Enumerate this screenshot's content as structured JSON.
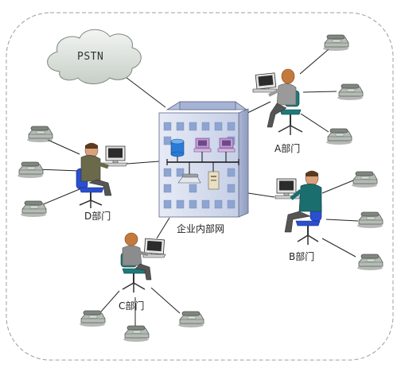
{
  "cloud": {
    "label": "PSTN"
  },
  "network": {
    "label": "企业内部网"
  },
  "departments": {
    "a": "A部门",
    "b": "B部门",
    "c": "C部门",
    "d": "D部门"
  },
  "colors": {
    "boundary": "#999999",
    "building": "#c9d2e8",
    "window": "#8ea6cf",
    "roof": "#a9b7d6",
    "shirt_teal": "#1a6e6e",
    "chair_blue": "#2a4fd0",
    "phone_gray": "#9aa39a",
    "cloud": "#dde3dd"
  }
}
